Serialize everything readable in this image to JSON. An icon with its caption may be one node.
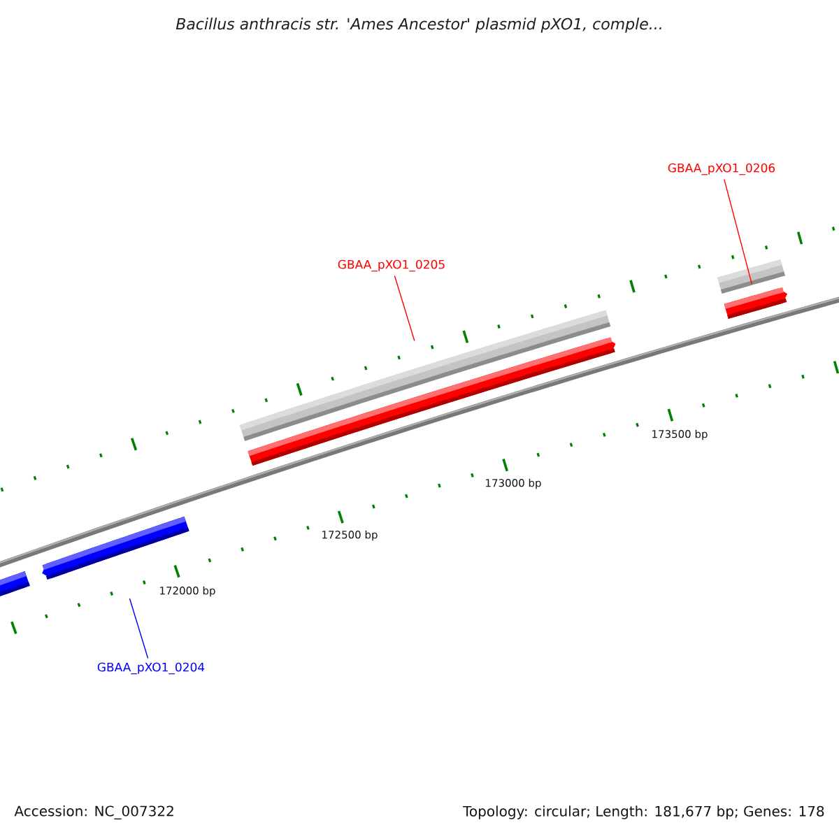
{
  "diagram": {
    "title": "Bacillus anthracis str. 'Ames Ancestor' plasmid pXO1, comple...",
    "nodes": [
      {
        "text": [
          "GBAA_pXO1_0206"
        ]
      },
      {
        "text": [],
        "shape": "bar"
      },
      {
        "text": [],
        "shape": "arrow"
      },
      {
        "text": [
          "GBAA_pXO1_0205"
        ]
      },
      {
        "text": [],
        "shape": "bar"
      },
      {
        "text": [],
        "shape": "arrow"
      },
      {
        "text": [],
        "shape": "arrow"
      },
      {
        "text": [],
        "shape": "arrow"
      },
      {
        "text": [
          "GBAA_pXO1_0204"
        ]
      }
    ],
    "edges": [
      {
        "from": 0,
        "to": 2,
        "arrow": "none",
        "color": "#ff0000"
      },
      {
        "from": 3,
        "to": 5,
        "arrow": "none",
        "color": "#ff0000"
      },
      {
        "from": 8,
        "to": 7,
        "arrow": "none",
        "color": "#0000ff"
      }
    ],
    "labels": [
      "173500 bp",
      "173000 bp",
      "172500 bp",
      "172000 bp",
      "Accession: NC_007322",
      "Topology: circular; Length: 181,677 bp; Genes: 178"
    ]
  }
}
